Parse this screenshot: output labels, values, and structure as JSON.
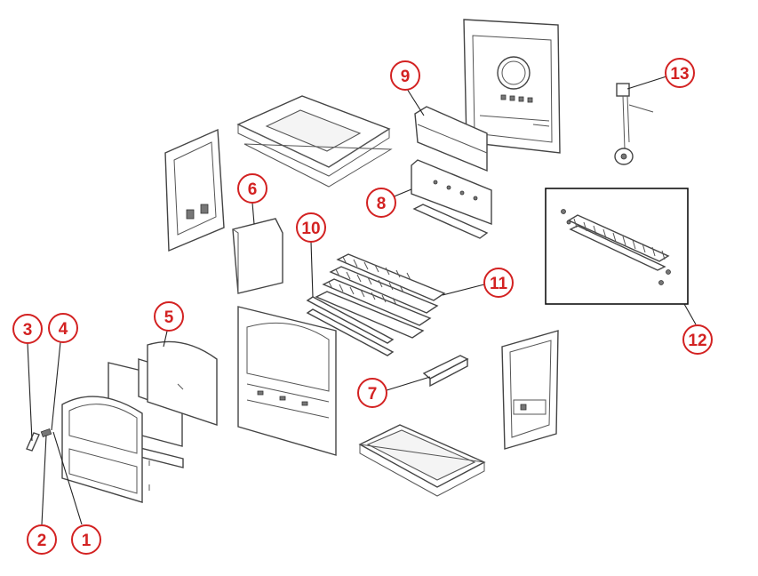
{
  "callouts": [
    {
      "label": "1"
    },
    {
      "label": "2"
    },
    {
      "label": "3"
    },
    {
      "label": "4"
    },
    {
      "label": "5"
    },
    {
      "label": "6"
    },
    {
      "label": "7"
    },
    {
      "label": "8"
    },
    {
      "label": "9"
    },
    {
      "label": "10"
    },
    {
      "label": "11"
    },
    {
      "label": "12"
    },
    {
      "label": "13"
    }
  ],
  "colors": {
    "callout": "#d32222",
    "line": "#444444"
  }
}
